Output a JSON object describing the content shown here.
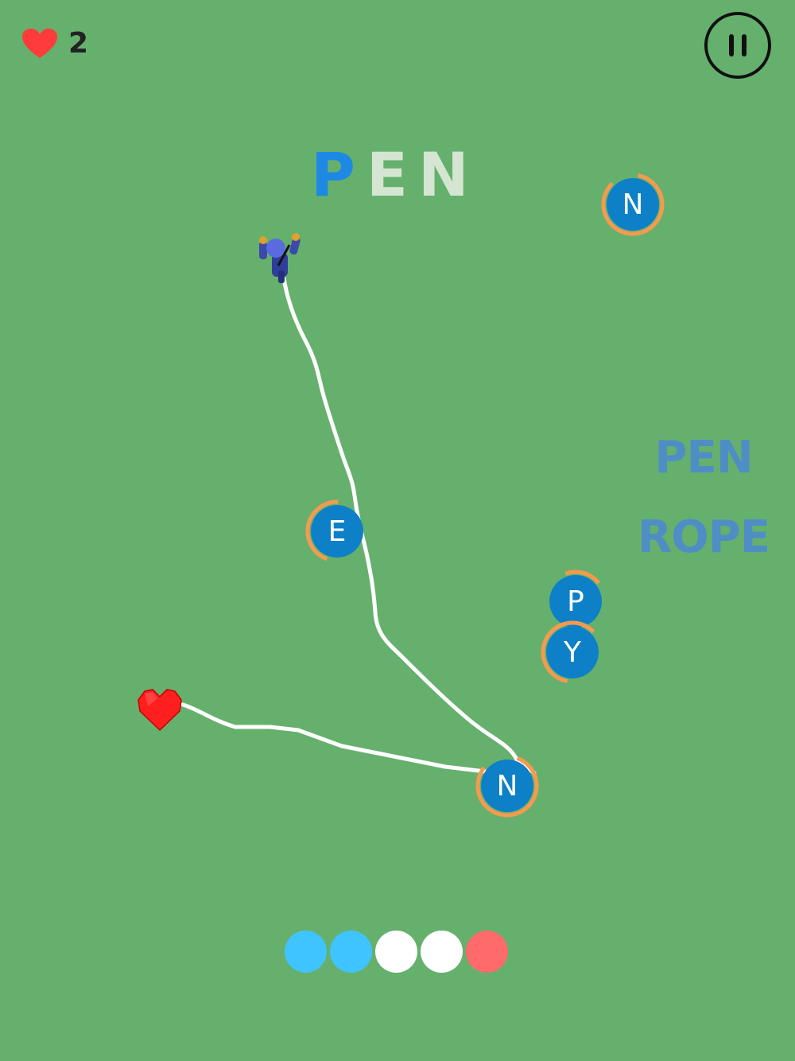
{
  "hud": {
    "lives": "2",
    "lives_icon": "heart-icon",
    "pause_icon": "pause-icon"
  },
  "target_word": {
    "letters": [
      {
        "char": "P",
        "state": "collected"
      },
      {
        "char": "E",
        "state": "pending"
      },
      {
        "char": "N",
        "state": "pending"
      }
    ]
  },
  "word_list": [
    "PEN",
    "ROPE"
  ],
  "tokens": [
    {
      "id": "n-top",
      "letter": "N",
      "ring_fraction": 0.85
    },
    {
      "id": "e-mid",
      "letter": "E",
      "ring_fraction": 0.45
    },
    {
      "id": "p-right",
      "letter": "P",
      "ring_fraction": 0.2
    },
    {
      "id": "y-right",
      "letter": "Y",
      "ring_fraction": 0.6
    },
    {
      "id": "n-bottom",
      "letter": "N",
      "ring_fraction": 0.8
    }
  ],
  "progress_dots": [
    "#40c4ff",
    "#40c4ff",
    "#ffffff",
    "#ffffff",
    "#ff6b6b"
  ],
  "colors": {
    "background": "#66b06d",
    "token_fill": "#0d80c8",
    "token_ring": "#f59a4e",
    "path": "#ffffff",
    "heart": "#ff2a2a"
  }
}
